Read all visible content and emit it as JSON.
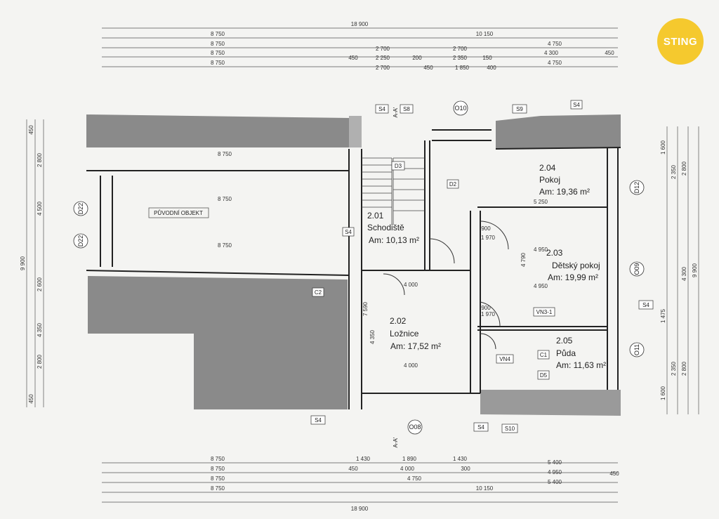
{
  "logo": {
    "text": "STING",
    "color": "#f5c92e"
  },
  "top_dims": [
    [
      "18 900"
    ],
    [
      "8 750",
      "10 150"
    ],
    [
      "8 750",
      "2 700",
      "2 700",
      "4 750"
    ],
    [
      "8 750",
      "450",
      "2 250",
      "200",
      "2 350",
      "150",
      "4 300",
      "450"
    ],
    [
      "8 750",
      "2 700",
      "450",
      "1 850",
      "400",
      "4 750"
    ]
  ],
  "bottom_dims": [
    [
      "8 750",
      "1 430",
      "1 890",
      "1 430",
      "5 400"
    ],
    [
      "8 750",
      "450",
      "4 000",
      "300",
      "4 950",
      "450"
    ],
    [
      "8 750",
      "4 750",
      "5 400"
    ],
    [
      "8 750",
      "10 150"
    ],
    [
      "18 900"
    ]
  ],
  "left_dims": [
    "450",
    "2 800",
    "4 500",
    "9 900",
    "2 600",
    "4 350",
    "2 800",
    "450"
  ],
  "right_dims": [
    "1 600",
    "2 350",
    "2 800",
    "4 300",
    "9 900",
    "1 475",
    "2 350",
    "2 800",
    "1 600"
  ],
  "rooms": [
    {
      "num": "2.01",
      "name": "Schodiště",
      "area": "Am: 10,13 m²"
    },
    {
      "num": "2.02",
      "name": "Ložnice",
      "area": "Am: 17,52 m²"
    },
    {
      "num": "2.03",
      "name": "Dětský pokoj",
      "area": "Am: 19,99 m²"
    },
    {
      "num": "2.04",
      "name": "Pokoj",
      "area": "Am: 19,36 m²"
    },
    {
      "num": "2.05",
      "name": "Půda",
      "area": "Am: 11,63 m²"
    }
  ],
  "existing_building": "PŮVODNÍ OBJEKT",
  "tags": {
    "s4": "S4",
    "s8": "S8",
    "s9": "S9",
    "s10": "S10",
    "c1": "C1",
    "c2": "C2",
    "d3": "D3",
    "d2": "D2",
    "d5": "D5",
    "vn31": "VN3-1",
    "vn4": "VN4",
    "section": "A-A'"
  },
  "windows": {
    "o10": "O10",
    "o08": "O08",
    "d22": "D22",
    "d12": "D12",
    "o9": "O09",
    "o11": "O11"
  },
  "interior_dims": [
    "8 750",
    "8 750",
    "8 750",
    "5 250",
    "4 950",
    "4 950",
    "4 000",
    "4 000",
    "4 350",
    "7 590",
    "4 790",
    "1 970",
    "1 970",
    "900",
    "900"
  ]
}
